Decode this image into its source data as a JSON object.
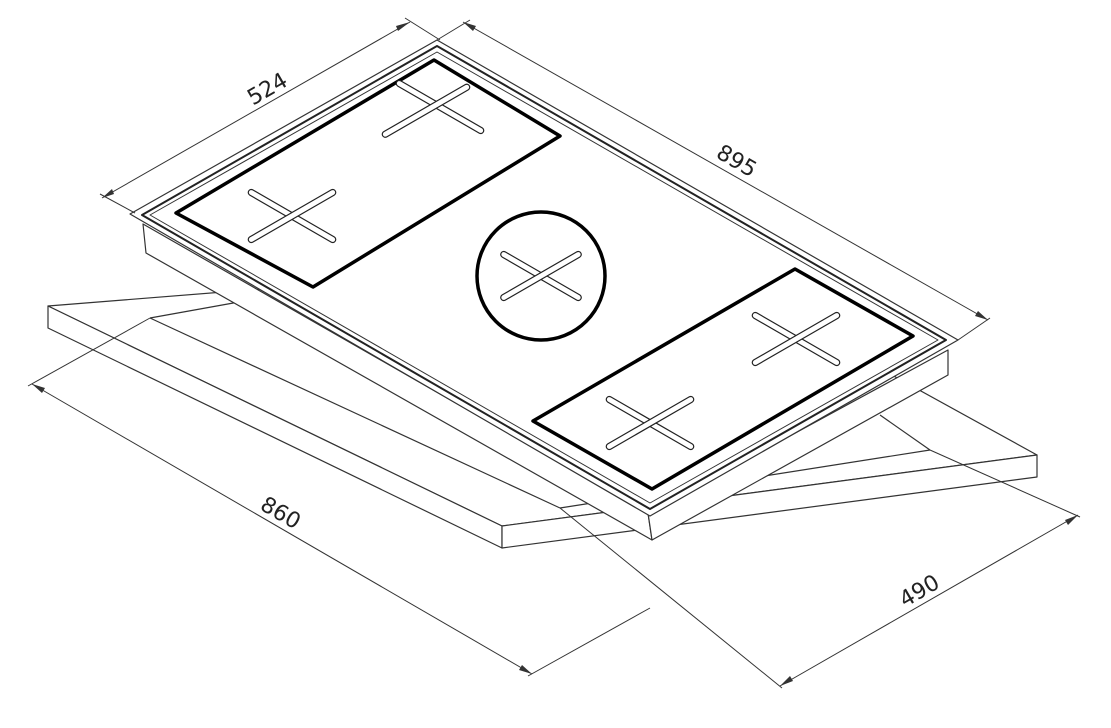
{
  "diagram": {
    "dimensions": {
      "hob_depth": "524",
      "hob_width": "895",
      "cutout_width": "860",
      "cutout_depth": "490"
    },
    "colors": {
      "line": "#333333",
      "outline": "#000000",
      "background": "#ffffff"
    }
  }
}
